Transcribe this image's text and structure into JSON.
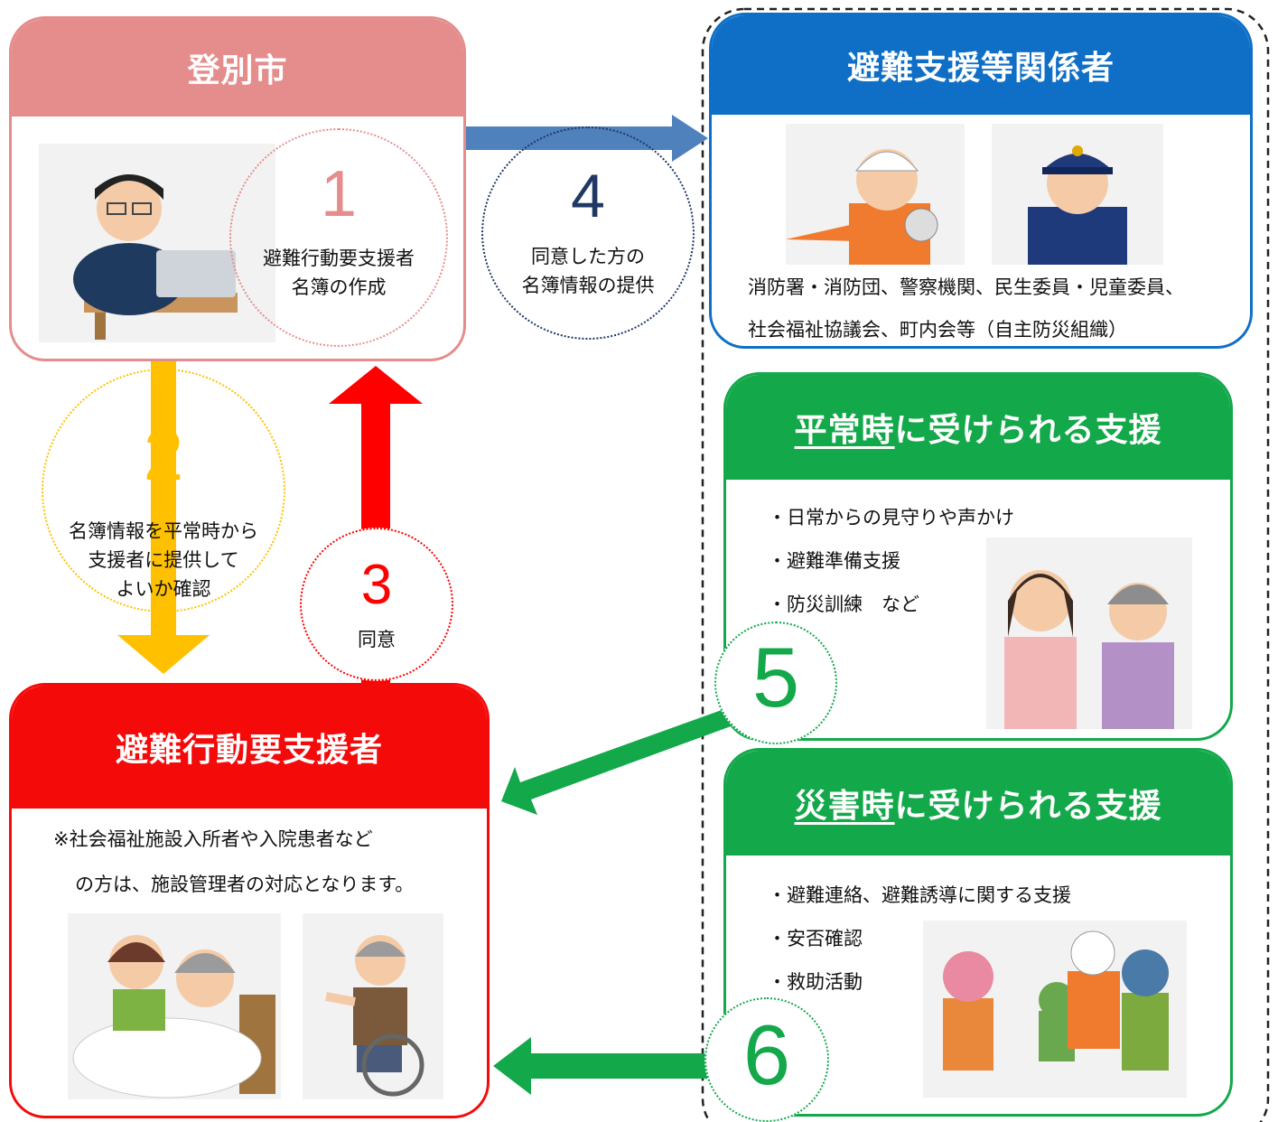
{
  "city": {
    "title": "登別市"
  },
  "stakeholders": {
    "title": "避難支援等関係者",
    "desc_line1": "消防署・消防団、警察機関、民生委員・児童委員、",
    "desc_line2": "社会福祉協議会、町内会等（自主防災組織）"
  },
  "normal_support": {
    "title_underlined": "平常時",
    "title_rest": "に受けられる支援",
    "items": [
      "・日常からの見守りや声かけ",
      "・避難準備支援",
      "・防災訓練　など"
    ]
  },
  "disaster_support": {
    "title_underlined": "災害時",
    "title_rest": "に受けられる支援",
    "items": [
      "・避難連絡、避難誘導に関する支援",
      "・安否確認",
      "・救助活動"
    ]
  },
  "person": {
    "title": "避難行動要支援者",
    "note_line1": "※社会福祉施設入所者や入院患者など",
    "note_line2": "の方は、施設管理者の対応となります。"
  },
  "steps": [
    {
      "num": "1",
      "text": [
        "避難行動要支援者",
        "名簿の作成"
      ]
    },
    {
      "num": "2",
      "text": [
        "名簿情報を平常時から",
        "支援者に提供して",
        "よいか確認"
      ]
    },
    {
      "num": "3",
      "text": [
        "同意"
      ]
    },
    {
      "num": "4",
      "text": [
        "同意した方の",
        "名簿情報の提供"
      ]
    },
    {
      "num": "5",
      "text": []
    },
    {
      "num": "6",
      "text": []
    }
  ],
  "colors": {
    "city": "#e58c8c",
    "stakeholders": "#0f6fc6",
    "support": "#13a84a",
    "person": "#f50a0a",
    "arrow_blue": "#4f81bd",
    "arrow_yellow": "#ffc000",
    "arrow_red": "#ff0000",
    "arrow_green": "#13a84a",
    "num4": "#1f3864"
  }
}
